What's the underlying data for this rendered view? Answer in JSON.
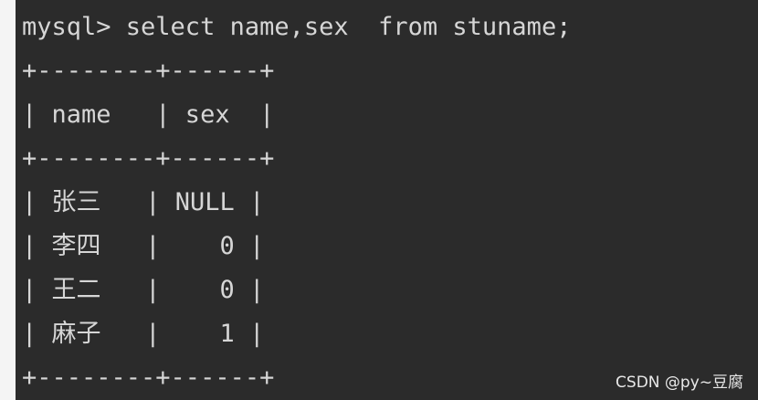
{
  "terminal": {
    "lines": [
      "mysql> select name,sex  from stuname;",
      "+--------+------+",
      "| name   | sex  |",
      "+--------+------+",
      "| 张三   | NULL |",
      "| 李四   |    0 |",
      "| 王二   |    0 |",
      "| 麻子   |    1 |",
      "+--------+------+"
    ]
  },
  "watermark": {
    "text": "CSDN @py~豆腐"
  }
}
